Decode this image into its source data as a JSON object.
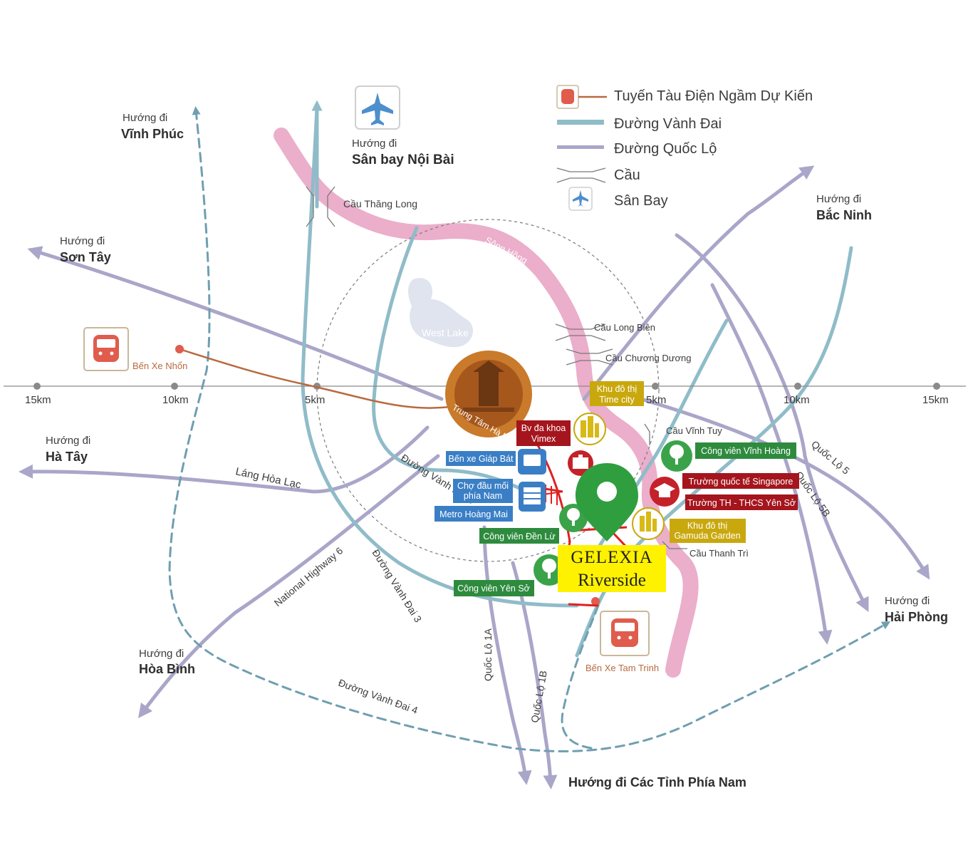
{
  "legend": {
    "metro": "Tuyến Tàu Điện Ngầm Dự Kiến",
    "ring": "Đường Vành Đai",
    "highway": "Đường Quốc Lộ",
    "bridge": "Cầu",
    "airport": "Sân Bay"
  },
  "directions": {
    "vinh_phuc": {
      "pre": "Hướng đi",
      "name": "Vĩnh Phúc"
    },
    "noi_bai": {
      "pre": "Hướng đi",
      "name": "Sân bay Nội Bài"
    },
    "son_tay": {
      "pre": "Hướng đi",
      "name": "Sơn Tây"
    },
    "bac_ninh": {
      "pre": "Hướng đi",
      "name": "Bắc Ninh"
    },
    "ha_tay": {
      "pre": "Hướng đi",
      "name": "Hà Tây"
    },
    "hoa_binh": {
      "pre": "Hướng đi",
      "name": "Hòa Bình"
    },
    "hai_phong": {
      "pre": "Hướng đi",
      "name": "Hải Phòng"
    },
    "south": "Hướng đi Các Tỉnh Phía Nam"
  },
  "scale": {
    "left15": "15km",
    "left10": "10km",
    "left5": "5km",
    "right5": "5km",
    "right10": "10km",
    "right15": "15km"
  },
  "bridges": {
    "thang_long": "Cầu Thăng Long",
    "long_bien": "Cầu Long Biên",
    "chuong_duong": "Cầu Chương Dương",
    "vinh_tuy": "Cầu Vĩnh Tuy",
    "thanh_tri": "Cầu Thanh Trì"
  },
  "features": {
    "song_hong": "Sông Hồng",
    "west_lake": "West Lake",
    "center": "Trung Tâm Hà Nội",
    "ben_xe_nhon": "Bến Xe Nhổn",
    "ben_xe_tam_trinh": "Bến Xe Tam Trinh"
  },
  "roads": {
    "lang_hoa_lac": "Láng Hòa Lạc",
    "nh6": "National Highway 6",
    "vanh_dai_3": "Đường Vành Đai 3",
    "vanh_dai_2": "Đường Vành Đai 2",
    "vanh_dai_4": "Đường Vành Đai 4",
    "ql1a": "Quốc Lộ 1A",
    "ql1b": "Quốc Lộ 1B",
    "ql5": "Quốc Lộ 5",
    "ql5b": "Quốc Lộ 5B"
  },
  "pois": {
    "times_city_1": "Khu đô thị",
    "times_city_2": "Time city",
    "vimex_1": "Bv đa khoa",
    "vimex_2": "Vimex",
    "giap_bat": "Bến xe Giáp Bát",
    "cho_1": "Chợ đầu mối",
    "cho_2": "phía Nam",
    "metro_hoang_mai": "Metro Hoàng Mai",
    "cv_den_lu": "Công viên Đền Lừ",
    "cv_yen_so": "Công viên Yên Sở",
    "cv_vinh_hoang": "Công viên Vĩnh Hoàng",
    "singapore": "Trường quốc tế Singapore",
    "th_thcs": "Trường TH - THCS Yên Sở",
    "gamuda_1": "Khu đô thị",
    "gamuda_2": "Gamuda Garden"
  },
  "project": {
    "line1": "GELEXIA",
    "line2": "Riverside"
  },
  "colors": {
    "ring": "#8fbcc8",
    "highway": "#a9a6c9",
    "metro": "#b86a3e",
    "river": "#e9a5c5",
    "green_label": "#2e8b3e",
    "red_label": "#a5151d",
    "gold_label": "#c9a80e",
    "blue_label": "#3a7fc6",
    "project_bg": "#fff200"
  }
}
